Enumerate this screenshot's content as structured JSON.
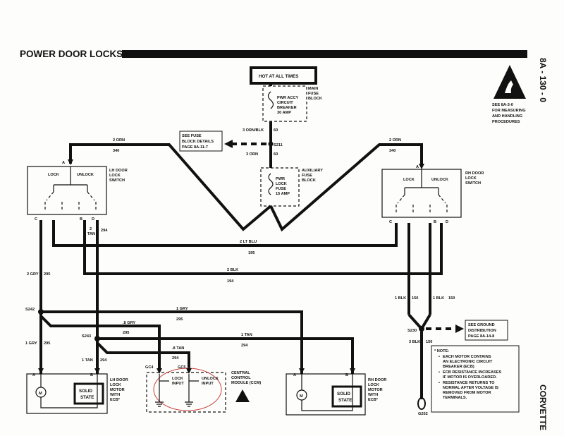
{
  "header": {
    "title": "POWER DOOR LOCKS",
    "page_code": "8A - 130 - 0",
    "model": "CORVETTE"
  },
  "power": {
    "hot_label": "HOT AT ALL TIMES",
    "main_fuse_block": [
      "MAIN",
      "FUSE",
      "BLOCK"
    ],
    "breaker": [
      "PWR ACCY",
      "CIRCUIT",
      "BREAKER",
      "30 AMP"
    ],
    "aux_fuse_block": [
      "AUXILIARY",
      "FUSE",
      "BLOCK"
    ],
    "lock_fuse": [
      "PWR",
      "LOCK",
      "FUSE",
      "15 AMP"
    ],
    "wire_top": "3 ORN/BLK",
    "wire_top_num": "60",
    "wire_mid": "3 ORN",
    "wire_mid_num": "60",
    "splice": "S211",
    "fuse_details": [
      "SEE FUSE",
      "BLOCK DETAILS",
      "PAGE 8A-11-7"
    ]
  },
  "esd": {
    "lines": [
      "SEE 8A-3-0",
      "FOR MEASURING",
      "AND HANDLING",
      "PROCEDURES"
    ]
  },
  "lh_switch": {
    "name": [
      "LH DOOR",
      "LOCK",
      "SWITCH"
    ],
    "lock": "LOCK",
    "unlock": "UNLOCK",
    "pin_a": "A",
    "pin_c": "C",
    "pin_b": "B",
    "pin_d": "D"
  },
  "rh_switch": {
    "name": [
      "RH DOOR",
      "LOCK",
      "SWITCH"
    ],
    "lock": "LOCK",
    "unlock": "UNLOCK",
    "pin_a": "A",
    "pin_c": "C",
    "pin_b": "B",
    "pin_d": "D"
  },
  "wires": {
    "lh_orn": "2 ORN",
    "lh_orn_num": "340",
    "rh_orn": "2 ORN",
    "rh_orn_num": "340",
    "lt_blu": "2 LT BLU",
    "lt_blu_num": "195",
    "blk": "2 BLK",
    "blk_num": "194",
    "lh_tan": [
      "2",
      "TAN"
    ],
    "lh_tan_num": "294",
    "lh_gry": "2 GRY",
    "lh_gry_num": "295",
    "gry_1": "1 GRY",
    "gry_1_num": "295",
    "gry_1b": "1 GRY",
    "gry_1b_num": "295",
    "gry_8": ".8 GRY",
    "gry_8_num": "295",
    "tan_1": "1 TAN",
    "tan_1_num": "294",
    "tan_1b": "1 TAN",
    "tan_1b_num": "294",
    "tan_8": ".8 TAN",
    "tan_8_num": "294",
    "rh_blk_l": "1 BLK",
    "rh_blk_l_num": "150",
    "rh_blk_r": "1 BLK",
    "rh_blk_r_num": "150",
    "rh_blk_3": "3 BLK",
    "rh_blk_3_num": "150"
  },
  "splices": {
    "s242": "S242",
    "s243": "S243",
    "s230": "S230"
  },
  "ground": {
    "name": "G202",
    "ref": [
      "SEE GROUND",
      "DISTRIBUTION",
      "PAGE 8A-14-8"
    ]
  },
  "lh_motor": {
    "name": [
      "LH DOOR",
      "LOCK",
      "MOTOR",
      "WITH",
      "ECB*"
    ],
    "state": [
      "SOLID",
      "STATE"
    ],
    "pin_a": "A",
    "pin_b": "B",
    "m": "M"
  },
  "rh_motor": {
    "name": [
      "RH DOOR",
      "LOCK",
      "MOTOR",
      "WITH",
      "ECB*"
    ],
    "state": [
      "SOLID",
      "STATE"
    ],
    "pin_a": "A",
    "pin_b": "B",
    "m": "M"
  },
  "ccm": {
    "name": [
      "CENTRAL",
      "CONTROL",
      "MODULE (CCM)"
    ],
    "gc4": "GC4",
    "gc5": "GC5",
    "lock_input": [
      "LOCK",
      "INPUT"
    ],
    "unlock_input": [
      "UNLOCK",
      "INPUT"
    ]
  },
  "note": {
    "title": "* NOTE:",
    "bullets": [
      [
        "EACH MOTOR CONTAINS",
        "AN ELECTRONIC CIRCUIT",
        "BREAKER (ECB)"
      ],
      [
        "ECB RESISTANCE INCREASES",
        "IF MOTOR IS OVERLOADED."
      ],
      [
        "RESISTANCE RETURNS TO",
        "NORMAL AFTER VOLTAGE IS",
        "REMOVED FROM MOTOR",
        "TERMINALS."
      ]
    ]
  }
}
